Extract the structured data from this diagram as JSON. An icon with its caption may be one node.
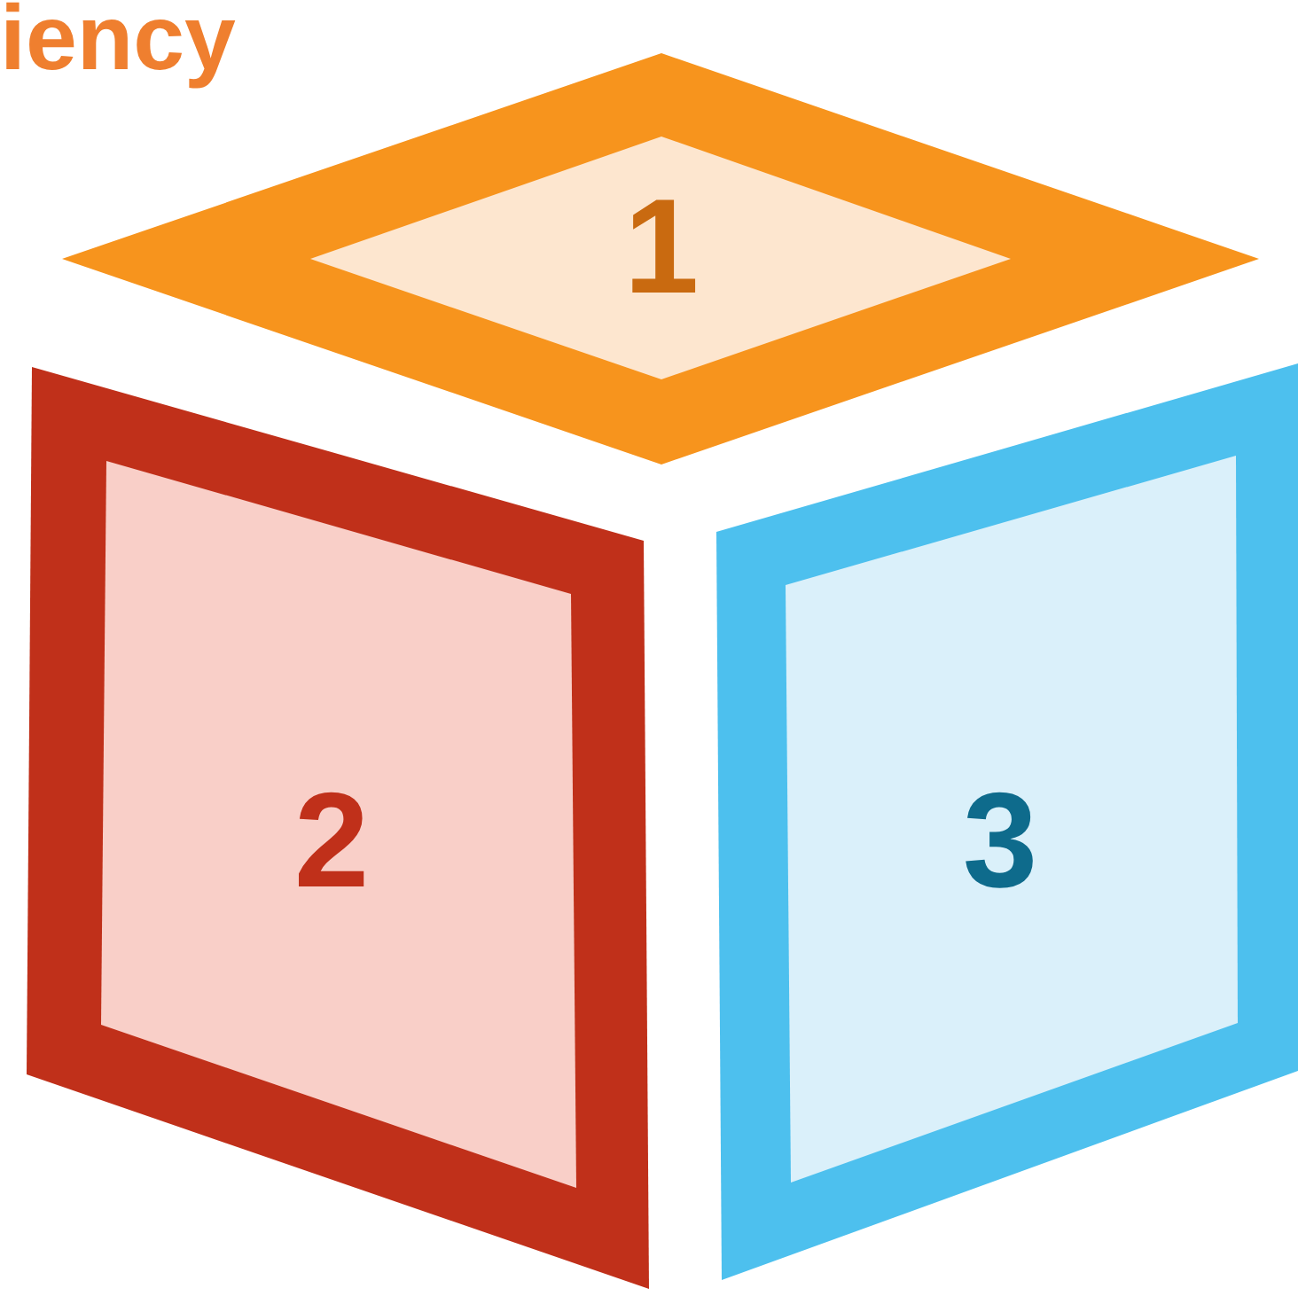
{
  "diagram": {
    "nodes": [
      {
        "text": [
          "1"
        ]
      },
      {
        "text": [
          "2"
        ]
      },
      {
        "text": [
          "3"
        ]
      }
    ],
    "labels": [
      "iency"
    ]
  }
}
